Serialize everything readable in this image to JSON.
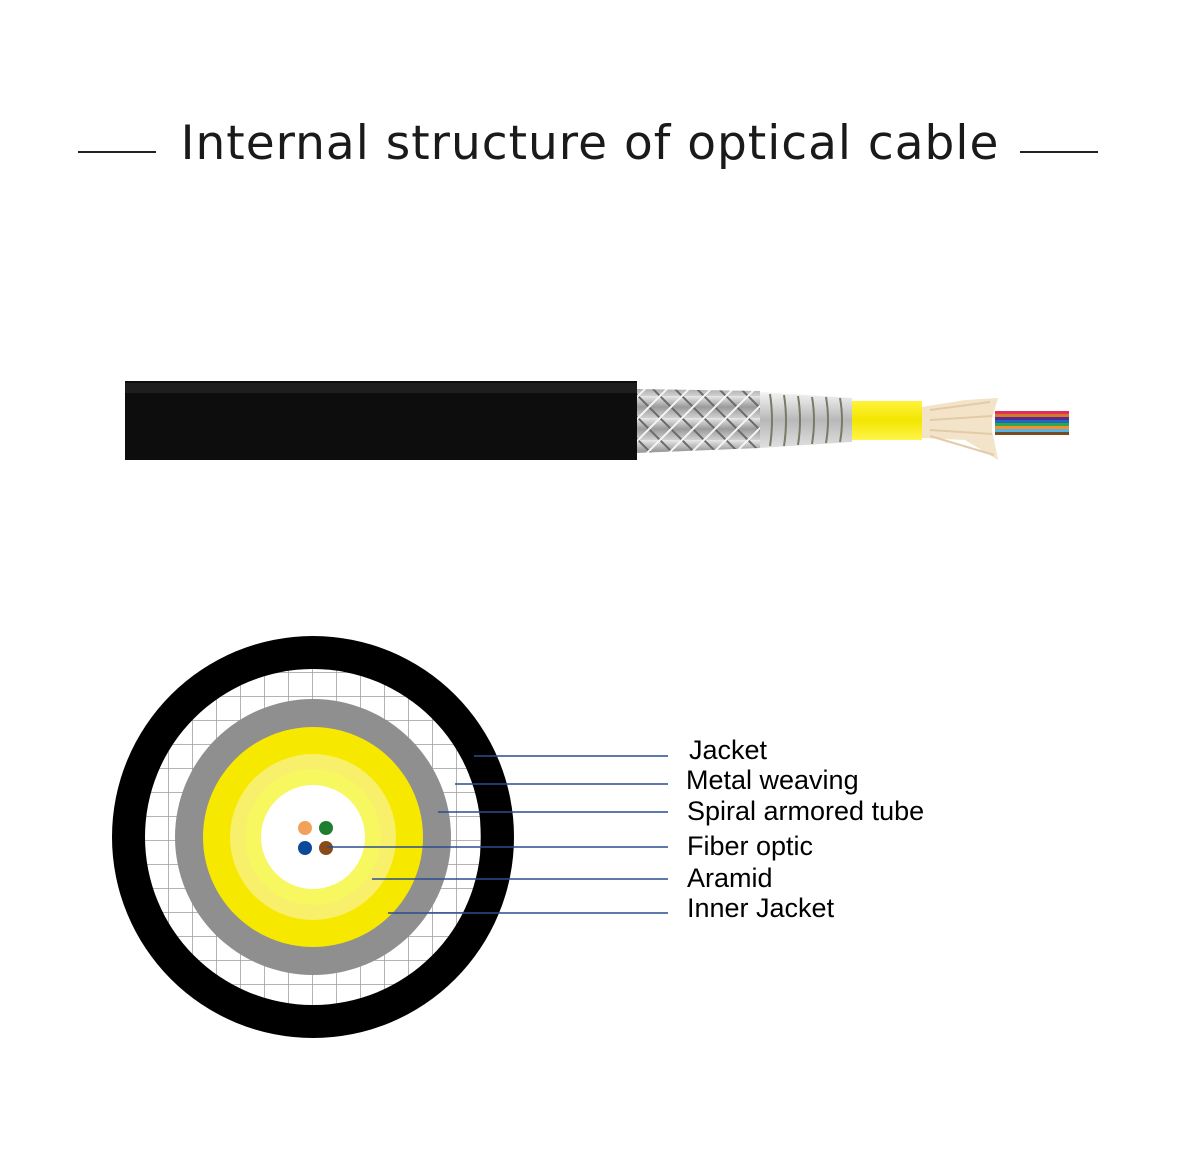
{
  "title": "Internal structure of optical cable",
  "layers": [
    {
      "label": "Jacket",
      "color": "#000000"
    },
    {
      "label": "Metal weaving",
      "color": "#9a9a9a"
    },
    {
      "label": "Spiral armored tube",
      "color": "#8e8e8e"
    },
    {
      "label": "Fiber optic",
      "color": "#ffffff"
    },
    {
      "label": "Aramid",
      "color": "#f7f760"
    },
    {
      "label": "Inner Jacket",
      "color": "#f7e800"
    }
  ],
  "fiber_colors": [
    "#f2a15a",
    "#1e7d2e",
    "#0b4a9a",
    "#8a4a18"
  ],
  "leader_color": "#2a4d8f"
}
